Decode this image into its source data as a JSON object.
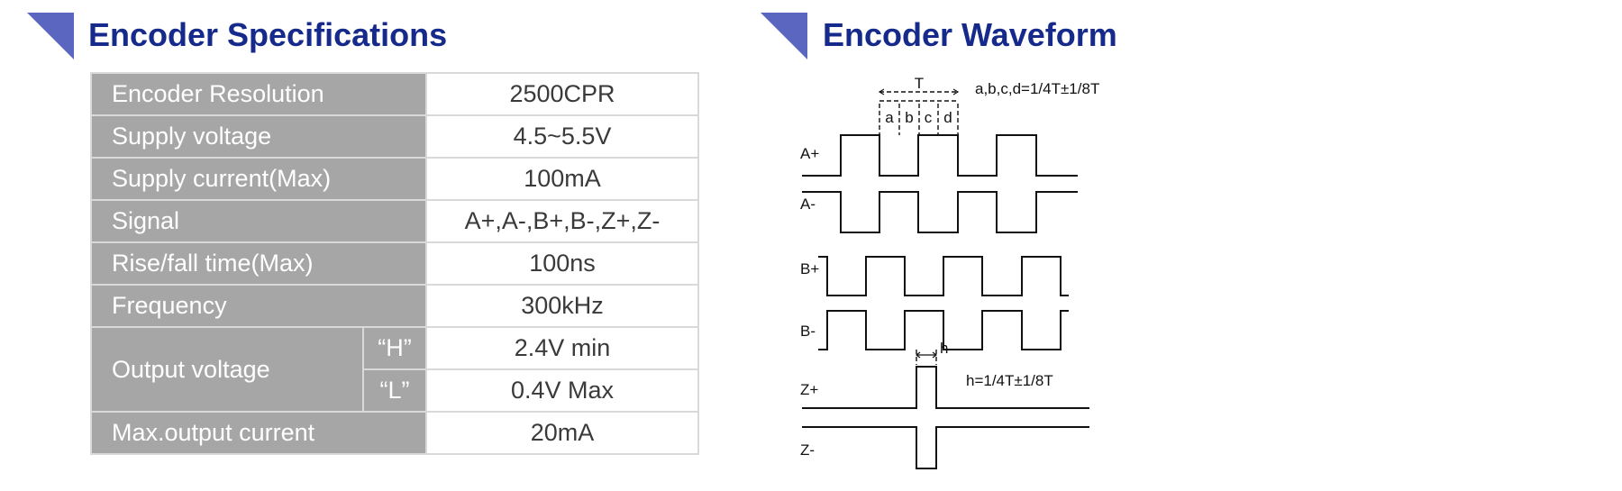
{
  "left": {
    "title": "Encoder Specifications",
    "rows": [
      {
        "label": "Encoder Resolution",
        "value": "2500CPR"
      },
      {
        "label": "Supply voltage",
        "value": "4.5~5.5V"
      },
      {
        "label": "Supply current(Max)",
        "value": "100mA"
      },
      {
        "label": "Signal",
        "value": "A+,A-,B+,B-,Z+,Z-"
      },
      {
        "label": "Rise/fall time(Max)",
        "value": "100ns"
      },
      {
        "label": "Frequency",
        "value": "300kHz"
      }
    ],
    "output_voltage": {
      "label": "Output voltage",
      "high_label": "“H”",
      "high_value": "2.4V min",
      "low_label": "“L”",
      "low_value": "0.4V Max"
    },
    "last_row": {
      "label": "Max.output current",
      "value": "20mA"
    }
  },
  "right": {
    "title": "Encoder Waveform",
    "period_label": "T",
    "phase_labels": [
      "a",
      "b",
      "c",
      "d"
    ],
    "phase_formula": "a,b,c,d=1/4T±1/8T",
    "h_label": "h",
    "h_formula": "h=1/4T±1/8T",
    "signals": [
      "A+",
      "A-",
      "B+",
      "B-",
      "Z+",
      "Z-"
    ]
  },
  "colors": {
    "title": "#152a8a",
    "corner": "#5a66bf",
    "label_bg": "#a6a6a6",
    "grid": "#d9d9d9"
  }
}
